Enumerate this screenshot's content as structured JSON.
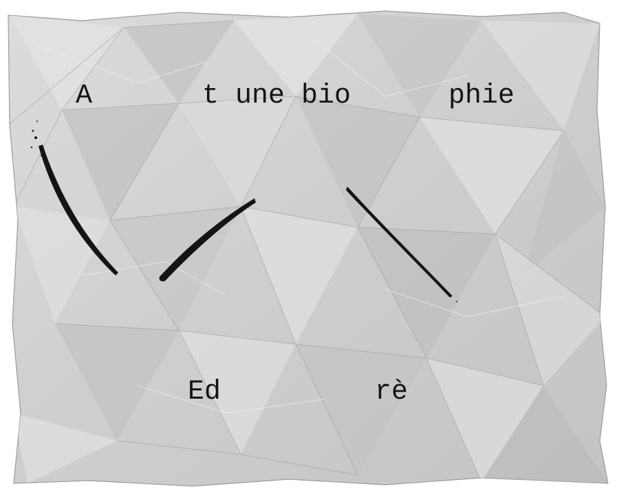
{
  "fragments": {
    "line1": [
      "A",
      "t une bio",
      "phie"
    ],
    "line2": [
      "Ed",
      "rè"
    ]
  },
  "colors": {
    "paper": "#d2d2d2",
    "paper_light": "#e6e6e6",
    "paper_shadow": "#a9a9a9",
    "ink": "#141414",
    "background": "#ffffff"
  }
}
